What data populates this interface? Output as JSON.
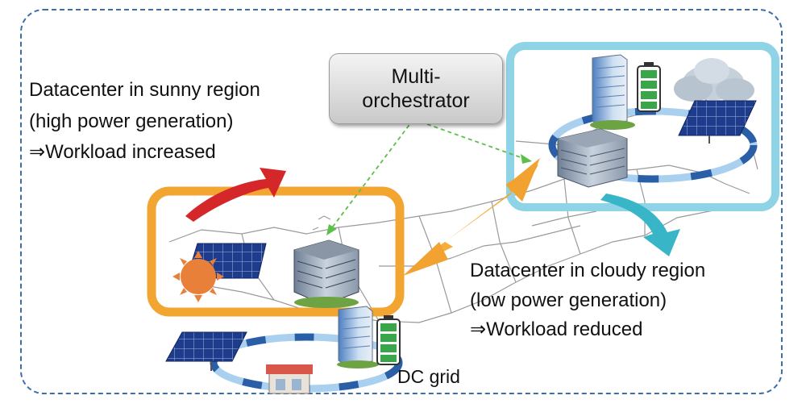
{
  "sunny": {
    "line1": "Datacenter in sunny region",
    "line2": "(high power generation)",
    "line3": "⇒Workload increased"
  },
  "cloudy": {
    "line1": "Datacenter in cloudy region",
    "line2": "(low power generation)",
    "line3": "⇒Workload reduced"
  },
  "orchestrator": {
    "line1": "Multi-",
    "line2": "orchestrator"
  },
  "dc_grid_label": "DC grid",
  "colors": {
    "sunny_box": "#f2a531",
    "cloudy_box": "#8fd3e6",
    "frame": "#3f6fa8",
    "arrow_red": "#d5262a",
    "arrow_teal": "#38b6c8",
    "battery": "#3aa64a"
  }
}
